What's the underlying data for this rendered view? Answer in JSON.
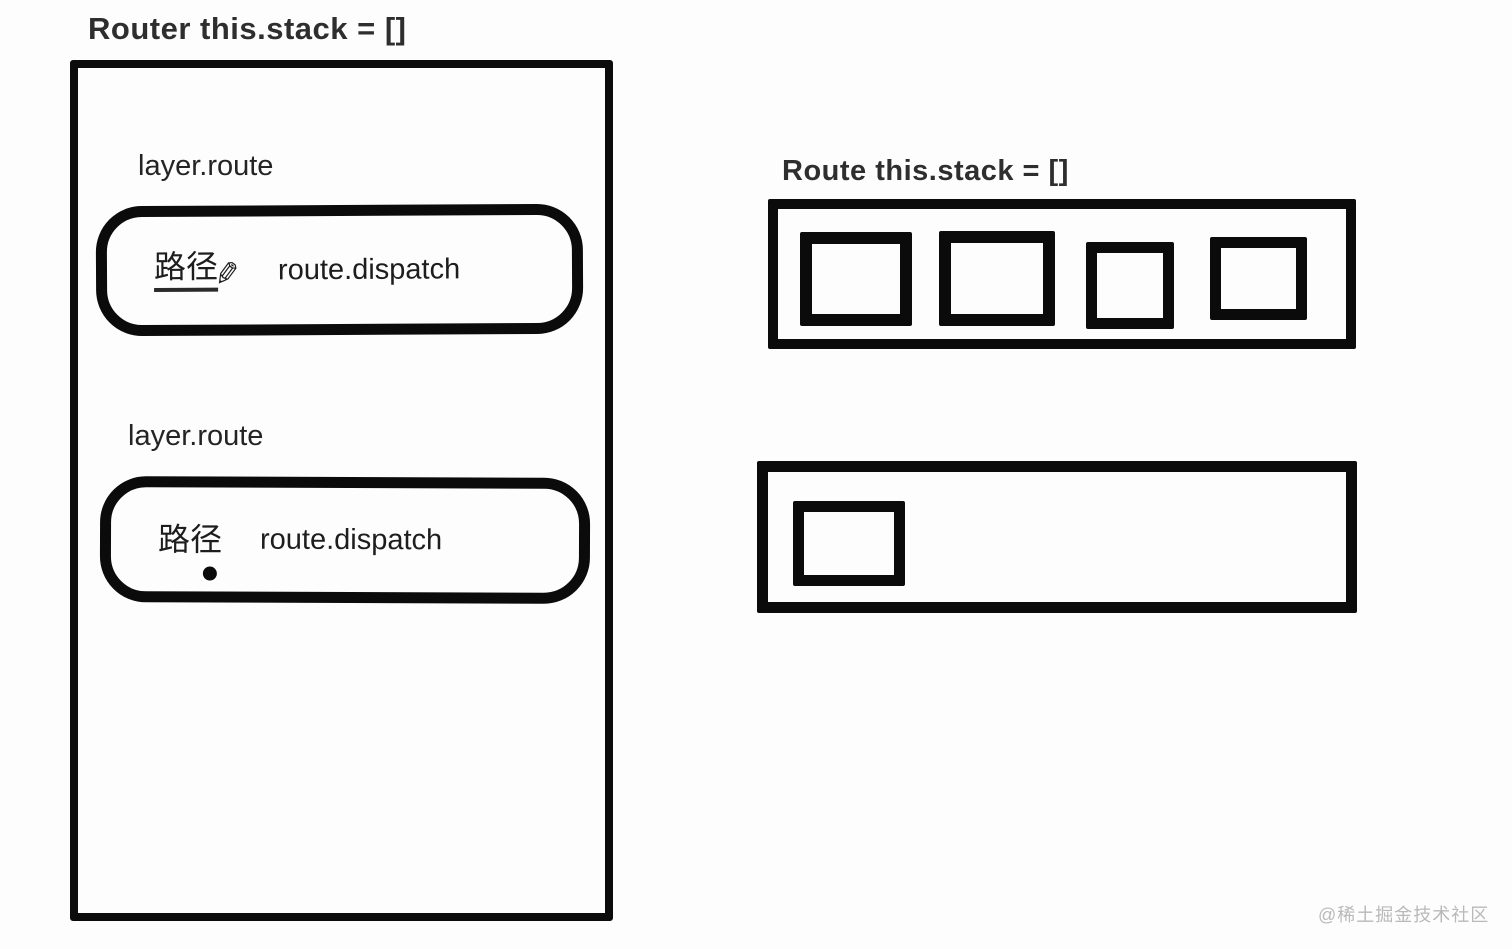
{
  "router_panel": {
    "title": "Router this.stack = []",
    "layers": [
      {
        "label": "layer.route",
        "path_label": "路径",
        "handler_label": "route.dispatch",
        "marker": "pencil-icon"
      },
      {
        "label": "layer.route",
        "path_label": "路径",
        "handler_label": "route.dispatch",
        "marker": "cursor-dot"
      }
    ]
  },
  "route_panel": {
    "title": "Route this.stack = []",
    "stack_full": {
      "slot_count": 4
    },
    "stack_single": {
      "slot_count": 1
    }
  },
  "icons": {
    "pencil": "✎"
  },
  "watermark": {
    "text": "@稀土掘金技术社区",
    "color": "#b9b9b9"
  },
  "colors": {
    "stroke": "#0b0b0b",
    "text": "#1d1d1d",
    "background": "#fdfdfd"
  }
}
